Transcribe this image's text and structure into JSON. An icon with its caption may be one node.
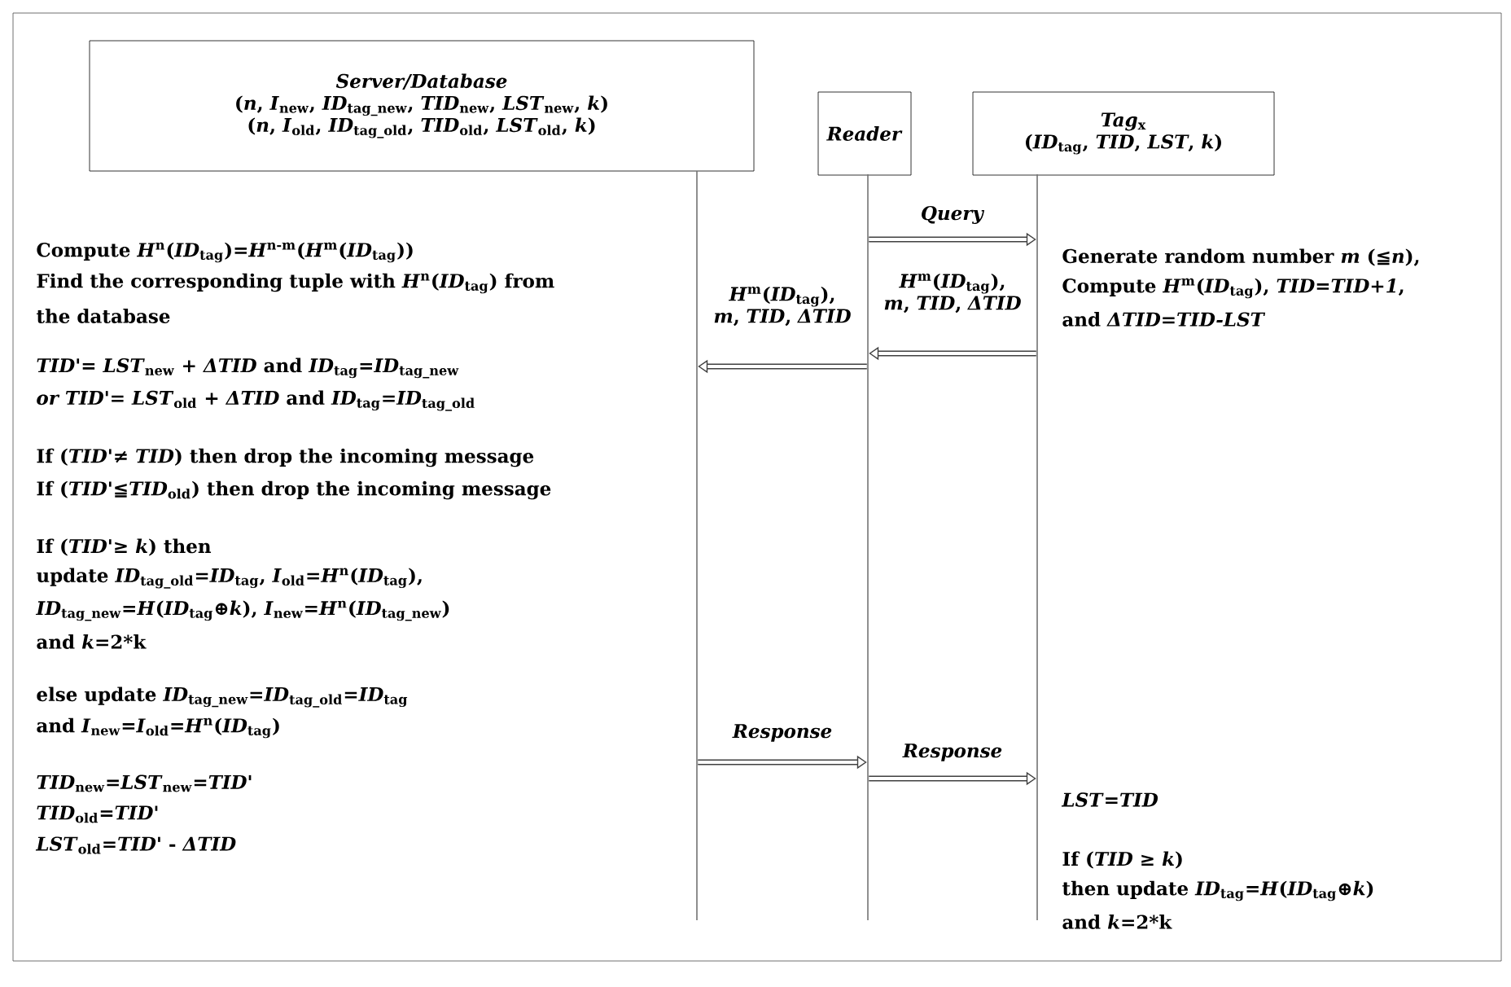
{
  "diagram": {
    "nodes": [
      {
        "text": [
          "*Server/Database*",
          "(*n*, *I*$_{new}$, *ID*$_{tag_new}$, *TID*$_{new}$, *LST*$_{new}$, *k*)",
          "(*n*, *I*$_{old}$, *ID*$_{tag_old}$, *TID*$_{old}$, *LST*$_{old}$, *k*)"
        ]
      },
      {
        "text": [
          "*Reader*"
        ]
      },
      {
        "text": [
          "*Tag*$_{x}$",
          "(*ID*$_{tag}$, *TID*, *LST*, *k*)"
        ]
      },
      {
        "text": [],
        "shape": "bar"
      },
      {
        "text": [],
        "shape": "bar"
      },
      {
        "text": [],
        "shape": "bar"
      }
    ],
    "edges": [
      {
        "from": 4,
        "to": 5,
        "arrow": "to",
        "label": "*Query*"
      },
      {
        "from": 5,
        "to": 4,
        "arrow": "to",
        "label": "*H*$^{m}$(*ID*$_{tag}$), *m*, *TID*, *ΔTID*"
      },
      {
        "from": 4,
        "to": 3,
        "arrow": "to",
        "label": "*H*$^{m}$(*ID*$_{tag}$), *m*, *TID*, *ΔTID*"
      },
      {
        "from": 3,
        "to": 4,
        "arrow": "to",
        "label": "*Response*"
      },
      {
        "from": 4,
        "to": 5,
        "arrow": "to",
        "label": "*Response*"
      }
    ],
    "labels": [
      "Compute *H*$^{n}$(*ID*$_{tag}$)=*H*$^{n-m}$(*H*$^{m}$(*ID*$_{tag}$))",
      "Find the corresponding tuple with *H*$^{n}$(*ID*$_{tag}$) from",
      "the database",
      "*TID'*= *LST*$_{new}$ + *ΔTID* and *ID*$_{tag}$=*ID*$_{tag_new}$",
      "*or TID'*= *LST*$_{old}$ + *ΔTID* and *ID*$_{tag}$=*ID*$_{tag_old}$",
      "If (*TID'*≠ *TID*) then drop the incoming message",
      "If (*TID'*≦*TID*$_{old}$) then drop the incoming message",
      "If (*TID'*≥ *k*) then",
      "update *ID*$_{tag_old}$=*ID*$_{tag}$, *I*$_{old}$=*H*$^{n}$(*ID*$_{tag}$),",
      "*ID*$_{tag_new}$=*H*(*ID*$_{tag}$⊕*k*), *I*$_{new}$=*H*$^{n}$(*ID*$_{tag_new}$)",
      "and *k*=2*k",
      "else update *ID*$_{tag_new}$=*ID*$_{tag_old}$=*ID*$_{tag}$",
      "and *I*$_{new}$=*I*$_{old}$=*H*$^{n}$(*ID*$_{tag}$)",
      "*TID*$_{new}$=*LST*$_{new}$=*TID'*",
      "*TID*$_{old}$=*TID'*",
      "*LST*$_{old}$=*TID'* - *ΔTID*",
      "Generate random number *m* (≦*n*),",
      "Compute *H*$^{m}$(*ID*$_{tag}$), *TID*=*TID*+*1*,",
      "and *ΔTID*=*TID-LST*",
      "*LST*=*TID*",
      "If (*TID* ≥ *k*)",
      "then update *ID*$_{tag}$=*H*(*ID*$_{tag}$⊕*k*)",
      "and *k*=2*k"
    ]
  }
}
